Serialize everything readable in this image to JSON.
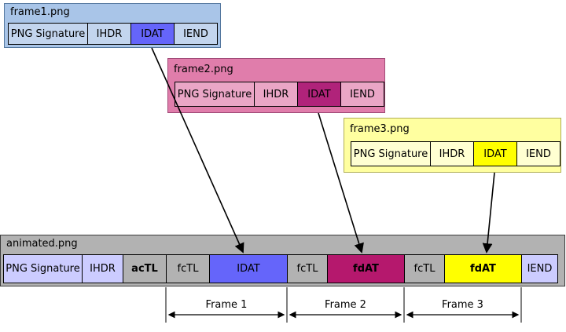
{
  "frame1": {
    "title": "frame1.png",
    "chunks": [
      "PNG Signature",
      "IHDR",
      "IDAT",
      "IEND"
    ]
  },
  "frame2": {
    "title": "frame2.png",
    "chunks": [
      "PNG Signature",
      "IHDR",
      "IDAT",
      "IEND"
    ]
  },
  "frame3": {
    "title": "frame3.png",
    "chunks": [
      "PNG Signature",
      "IHDR",
      "IDAT",
      "IEND"
    ]
  },
  "animated": {
    "title": "animated.png",
    "chunks": [
      "PNG Signature",
      "IHDR",
      "acTL",
      "fcTL",
      "IDAT",
      "fcTL",
      "fdAT",
      "fcTL",
      "fdAT",
      "IEND"
    ]
  },
  "frame_spans": [
    "Frame 1",
    "Frame 2",
    "Frame 3"
  ],
  "colors": {
    "frame1_box": "#a9c5e8",
    "frame1_cell": "#c3d5ee",
    "frame1_idat": "#6565fa",
    "frame2_box": "#e07dab",
    "frame2_cell": "#eaa6c6",
    "frame2_idat": "#b0237a",
    "frame3_box": "#ffffa0",
    "frame3_cell": "#ffffd2",
    "frame3_idat": "#ffff00",
    "animated_box": "#b2b2b2",
    "animated_meta_cell": "#ccccff",
    "animated_ctrl_cell": "#b2b2b2",
    "animated_idat": "#6565fa",
    "animated_fdat_magenta": "#b5186d",
    "animated_fdat_yellow": "#ffff00",
    "arrow": "#000000"
  }
}
